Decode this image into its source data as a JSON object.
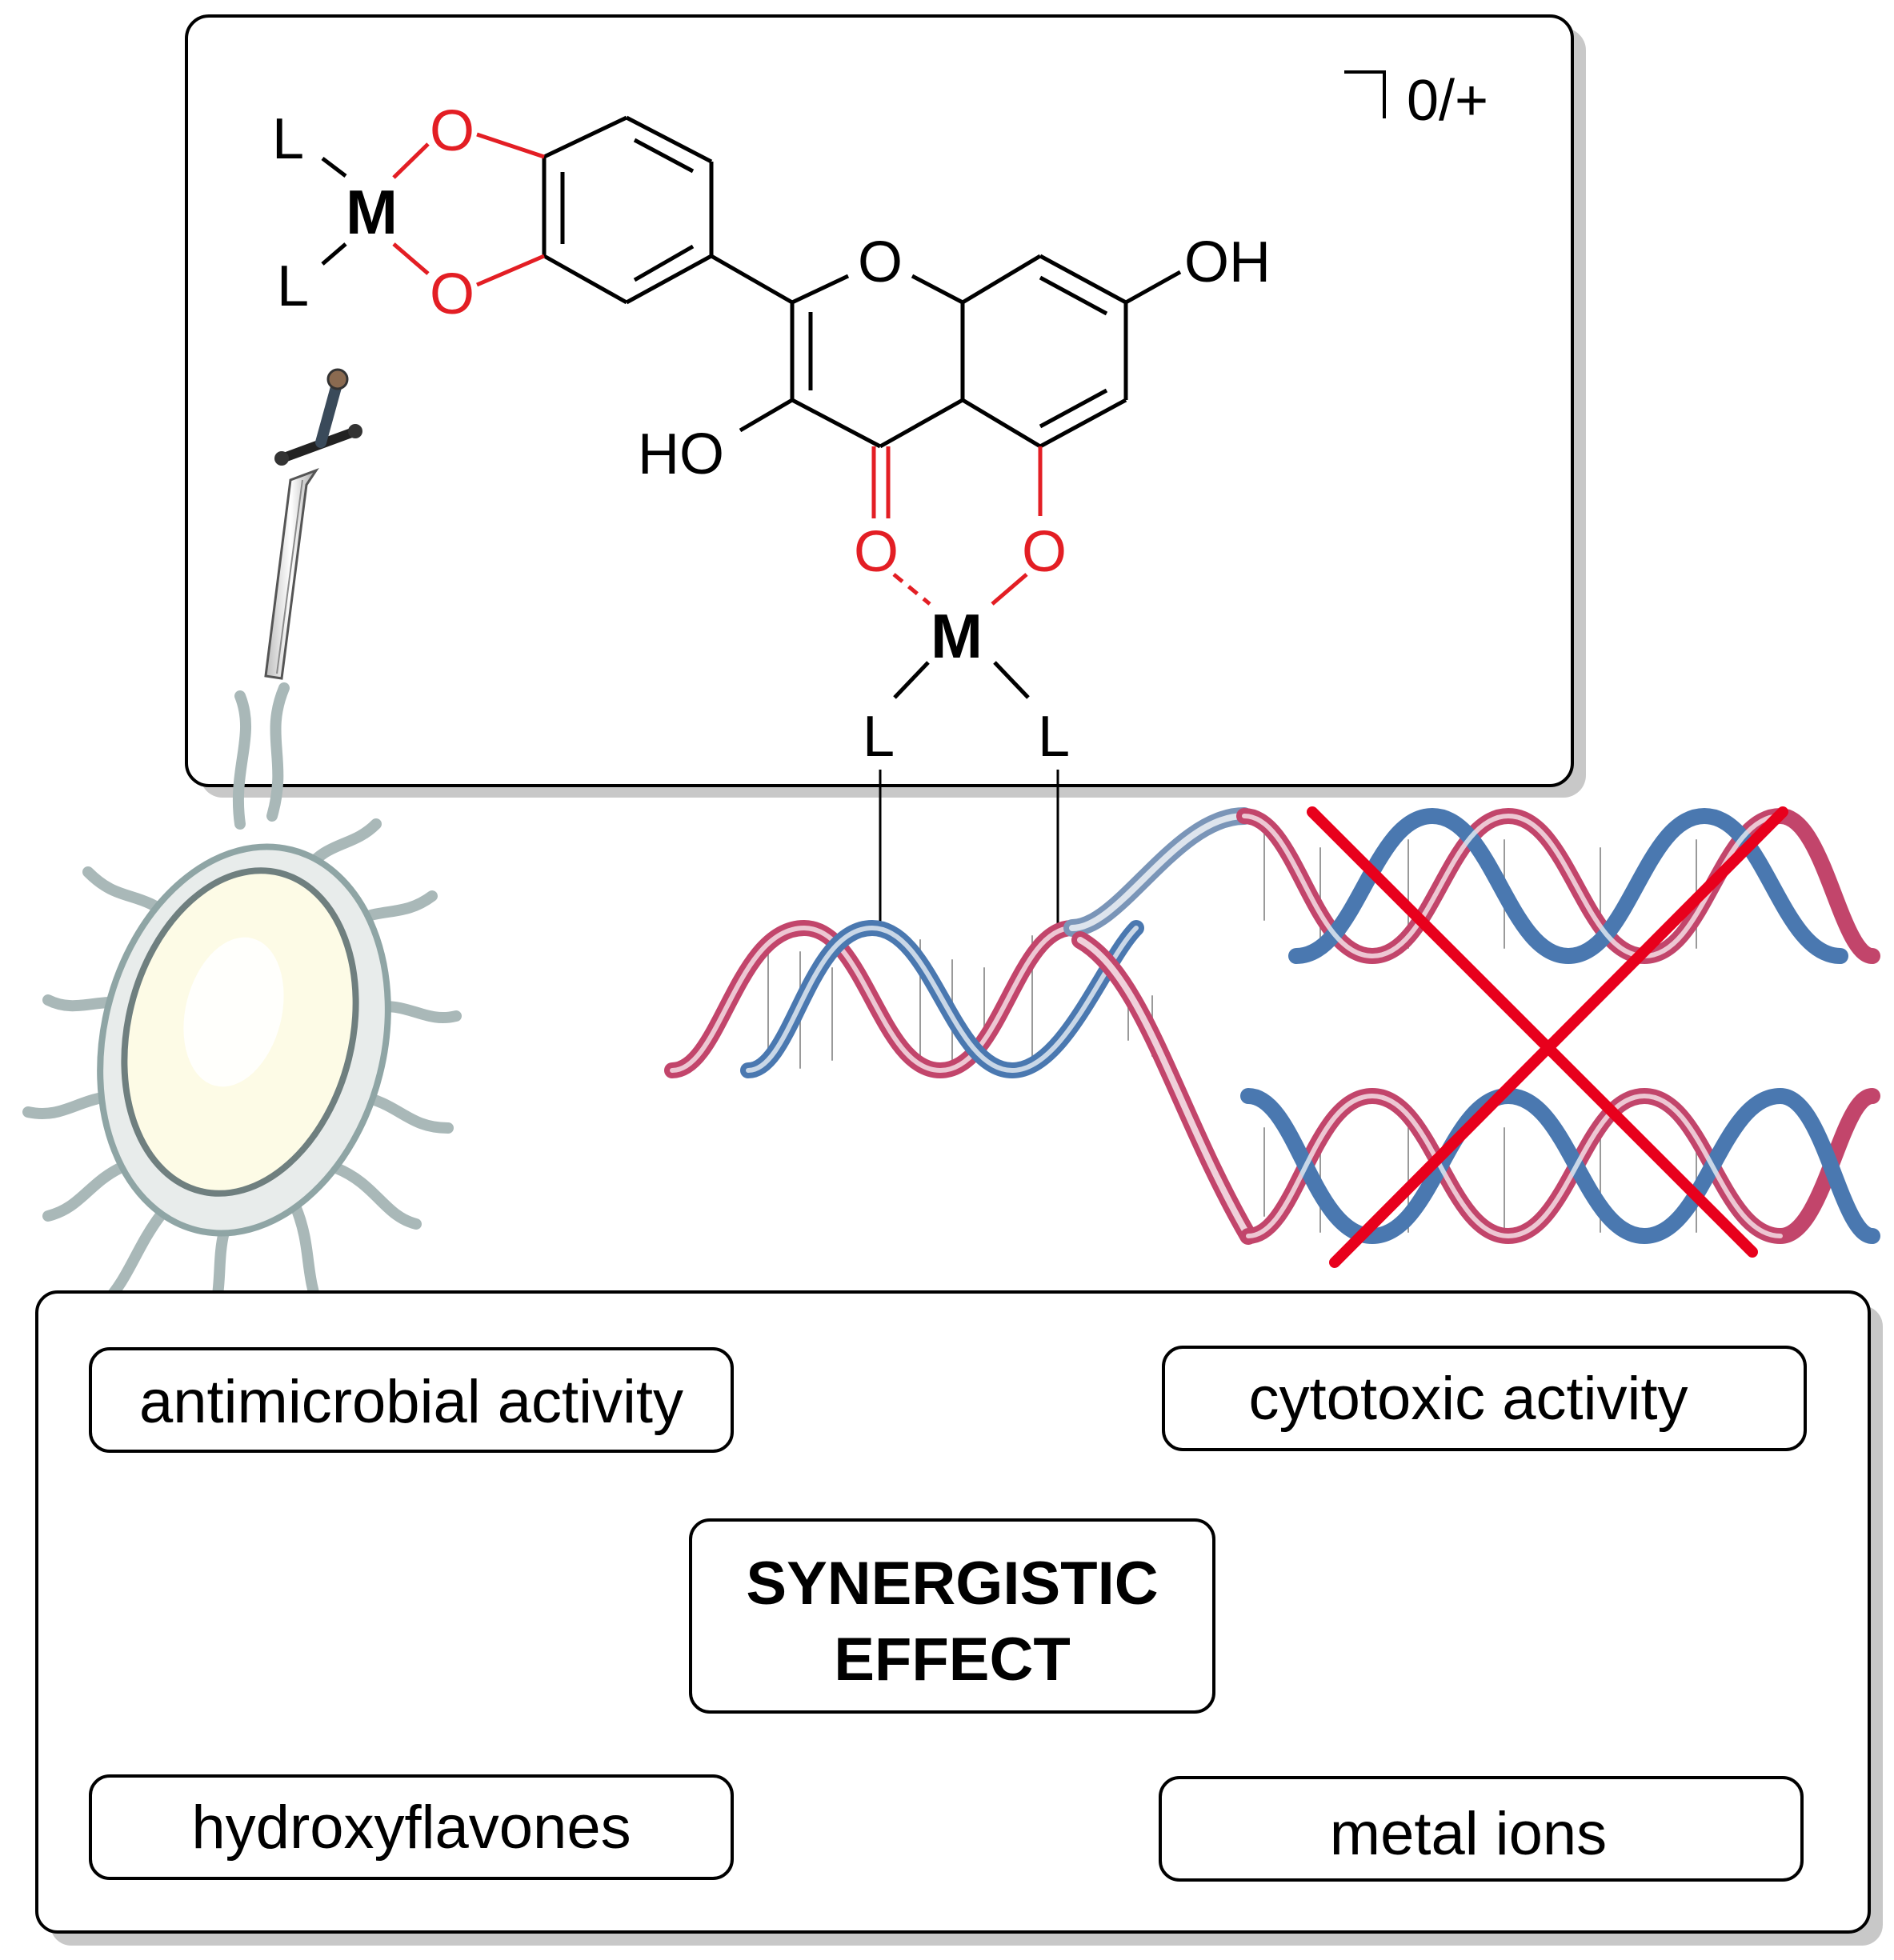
{
  "structure": {
    "ligand_top": "L",
    "ligand_bottom": "L",
    "metal_catechol": "M",
    "metal_bottom": "M",
    "ligand_bottom_left": "L",
    "ligand_bottom_right": "L",
    "catechol_oxygen_top": "O",
    "catechol_oxygen_bottom": "O",
    "ring_oxygen": "O",
    "carbonyl_oxygen": "O",
    "phenol_oxygen": "O",
    "hydroxyl_right": "OH",
    "hydroxyl_left": "HO",
    "charge": "0/+"
  },
  "boxes": {
    "antimicrobial": "antimicrobial activity",
    "cytotoxic": "cytotoxic activity",
    "synergy_line1": "SYNERGISTIC",
    "synergy_line2": "EFFECT",
    "hydroxyflavones": "hydroxyflavones",
    "metal_ions": "metal ions"
  },
  "colors": {
    "bond": "#000000",
    "oxygen_bond": "#e31e24",
    "cross": "#e8001c",
    "dna_pink": "#c2456b",
    "dna_blue": "#4a78b0",
    "bacterium_fill": "#fdfbe6",
    "bacterium_outline": "#8fa5a5",
    "shadow": "#c8c8c8"
  },
  "icons": [
    "sword-icon",
    "bacterium-icon",
    "dna-helix-icon",
    "cross-icon"
  ]
}
